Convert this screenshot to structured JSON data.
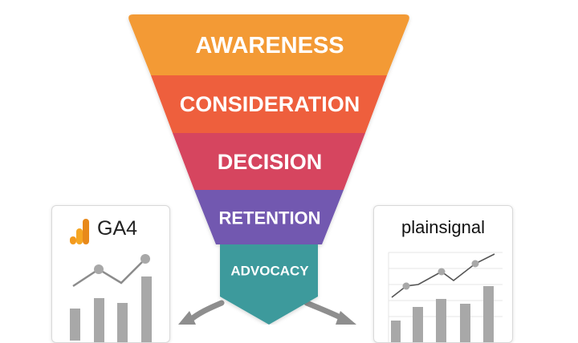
{
  "funnel": {
    "stages": [
      {
        "label": "AWARENESS",
        "color": "#F39A34"
      },
      {
        "label": "CONSIDERATION",
        "color": "#EE5F3D"
      },
      {
        "label": "DECISION",
        "color": "#D6445F"
      },
      {
        "label": "RETENTION",
        "color": "#7258B0"
      },
      {
        "label": "ADVOCACY",
        "color": "#3E9A9C"
      }
    ]
  },
  "cards": {
    "left": {
      "title": "GA4",
      "icon": "ga4-logo-icon",
      "accent": "#F39A1E"
    },
    "right": {
      "title": "plainsignal",
      "icon": "line-bar-chart-icon"
    }
  },
  "colors": {
    "bars": "#A8A8A8",
    "line": "#8C8C8C",
    "arrow": "#8E8E8E"
  }
}
